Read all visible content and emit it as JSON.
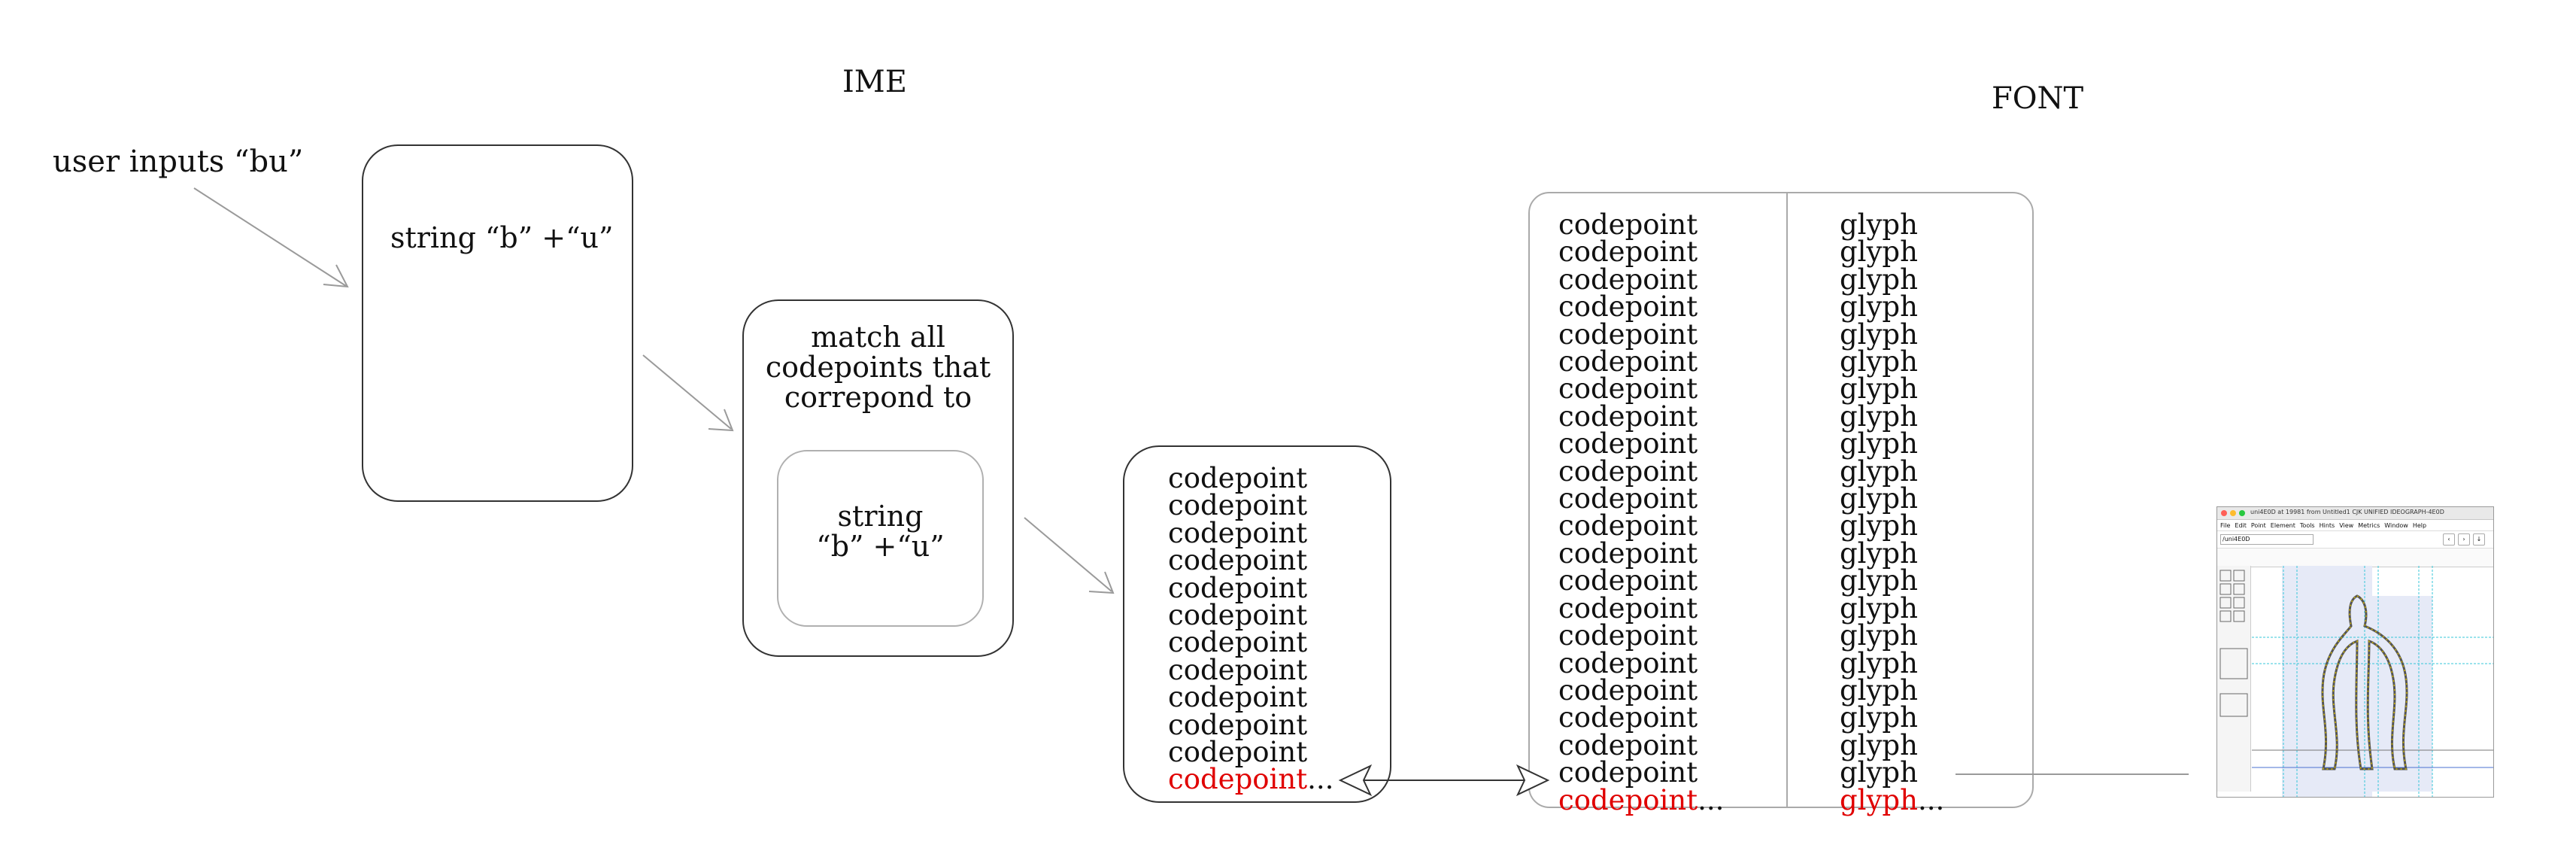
{
  "headings": {
    "ime": "IME",
    "font": "FONT"
  },
  "user_input": "user inputs “bu”",
  "string_box": "string “b” +“u”",
  "match_box": {
    "title_lines": [
      "match all",
      "codepoints that",
      "correpond to"
    ],
    "inner_lines": [
      "string",
      "“b” +“u”"
    ]
  },
  "ime_list": {
    "items": [
      "codepoint",
      "codepoint",
      "codepoint",
      "codepoint",
      "codepoint",
      "codepoint",
      "codepoint",
      "codepoint",
      "codepoint",
      "codepoint",
      "codepoint"
    ],
    "last_highlight": "codepoint",
    "last_suffix": "..."
  },
  "font_table": {
    "codepoints": [
      "codepoint",
      "codepoint",
      "codepoint",
      "codepoint",
      "codepoint",
      "codepoint",
      "codepoint",
      "codepoint",
      "codepoint",
      "codepoint",
      "codepoint",
      "codepoint",
      "codepoint",
      "codepoint",
      "codepoint",
      "codepoint",
      "codepoint",
      "codepoint",
      "codepoint",
      "codepoint",
      "codepoint"
    ],
    "glyphs": [
      "glyph",
      "glyph",
      "glyph",
      "glyph",
      "glyph",
      "glyph",
      "glyph",
      "glyph",
      "glyph",
      "glyph",
      "glyph",
      "glyph",
      "glyph",
      "glyph",
      "glyph",
      "glyph",
      "glyph",
      "glyph",
      "glyph",
      "glyph",
      "glyph"
    ],
    "last_codepoint_highlight": "codepoint",
    "last_glyph_highlight": "glyph",
    "last_suffix": "..."
  },
  "colors": {
    "highlight": "#e00000",
    "border": "#333333",
    "arrow": "#aaaaaa"
  },
  "glyph_editor": {
    "window_title": "uni4E0D at 19981 from Untitled1 CJK UNIFIED IDEOGRAPH-4E0D",
    "menu": [
      "File",
      "Edit",
      "Point",
      "Element",
      "Tools",
      "Hints",
      "View",
      "Metrics",
      "Window",
      "Help"
    ],
    "field_value": "/uni4E0D"
  }
}
